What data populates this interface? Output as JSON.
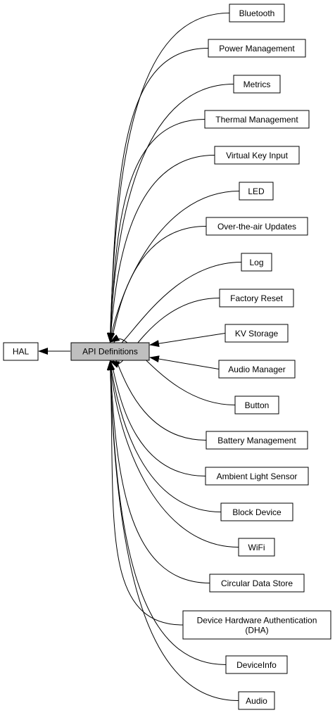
{
  "diagram": {
    "parent": {
      "label": "HAL"
    },
    "center": {
      "label": "API Definitions"
    },
    "children": [
      {
        "lines": [
          "Bluetooth"
        ]
      },
      {
        "lines": [
          "Power Management"
        ]
      },
      {
        "lines": [
          "Metrics"
        ]
      },
      {
        "lines": [
          "Thermal Management"
        ]
      },
      {
        "lines": [
          "Virtual Key Input"
        ]
      },
      {
        "lines": [
          "LED"
        ]
      },
      {
        "lines": [
          "Over-the-air Updates"
        ]
      },
      {
        "lines": [
          "Log"
        ]
      },
      {
        "lines": [
          "Factory Reset"
        ]
      },
      {
        "lines": [
          "KV Storage"
        ]
      },
      {
        "lines": [
          "Audio Manager"
        ]
      },
      {
        "lines": [
          "Button"
        ]
      },
      {
        "lines": [
          "Battery Management"
        ]
      },
      {
        "lines": [
          "Ambient Light Sensor"
        ]
      },
      {
        "lines": [
          "Block Device"
        ]
      },
      {
        "lines": [
          "WiFi"
        ]
      },
      {
        "lines": [
          "Circular Data Store"
        ]
      },
      {
        "lines": [
          "Device Hardware Authentication",
          "(DHA)"
        ]
      },
      {
        "lines": [
          "DeviceInfo"
        ]
      },
      {
        "lines": [
          "Audio"
        ]
      }
    ]
  }
}
